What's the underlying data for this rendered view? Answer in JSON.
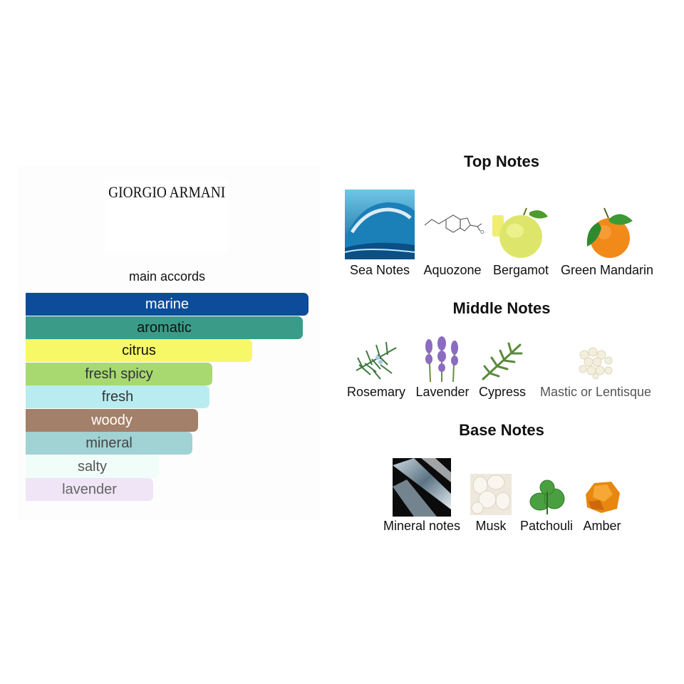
{
  "brand": {
    "name": "GIORGIO ARMANI"
  },
  "accords": {
    "title": "main accords",
    "items": [
      {
        "label": "marine",
        "strength": 1.0,
        "color": "#0d4c9a",
        "text_color": "#ffffff"
      },
      {
        "label": "aromatic",
        "strength": 0.98,
        "color": "#3a9c88",
        "text_color": "#111111"
      },
      {
        "label": "citrus",
        "strength": 0.8,
        "color": "#f7f867",
        "text_color": "#111111"
      },
      {
        "label": "fresh spicy",
        "strength": 0.66,
        "color": "#a7d970",
        "text_color": "#333333"
      },
      {
        "label": "fresh",
        "strength": 0.65,
        "color": "#b9ecf1",
        "text_color": "#333333"
      },
      {
        "label": "woody",
        "strength": 0.61,
        "color": "#a3806a",
        "text_color": "#ffffff"
      },
      {
        "label": "mineral",
        "strength": 0.59,
        "color": "#a1d2d4",
        "text_color": "#444444"
      },
      {
        "label": "salty",
        "strength": 0.47,
        "color": "#f0fdf8",
        "text_color": "#555555"
      },
      {
        "label": "lavender",
        "strength": 0.45,
        "color": "#efe5f6",
        "text_color": "#666666"
      }
    ]
  },
  "pyramid": {
    "top": {
      "title": "Top Notes",
      "notes": [
        {
          "label": "Sea Notes",
          "icon": "wave-icon"
        },
        {
          "label": "Aquozone",
          "icon": "molecule-icon"
        },
        {
          "label": "Bergamot",
          "icon": "bergamot-icon"
        },
        {
          "label": "Green Mandarin",
          "icon": "mandarin-icon"
        }
      ]
    },
    "middle": {
      "title": "Middle Notes",
      "notes": [
        {
          "label": "Rosemary",
          "icon": "rosemary-icon"
        },
        {
          "label": "Lavender",
          "icon": "lavender-icon"
        },
        {
          "label": "Cypress",
          "icon": "cypress-icon"
        },
        {
          "label": "Mastic or Lentisque",
          "icon": "mastic-icon"
        }
      ]
    },
    "base": {
      "title": "Base Notes",
      "notes": [
        {
          "label": "Mineral notes",
          "icon": "mineral-icon"
        },
        {
          "label": "Musk",
          "icon": "musk-icon"
        },
        {
          "label": "Patchouli",
          "icon": "patchouli-icon"
        },
        {
          "label": "Amber",
          "icon": "amber-icon"
        }
      ]
    }
  }
}
